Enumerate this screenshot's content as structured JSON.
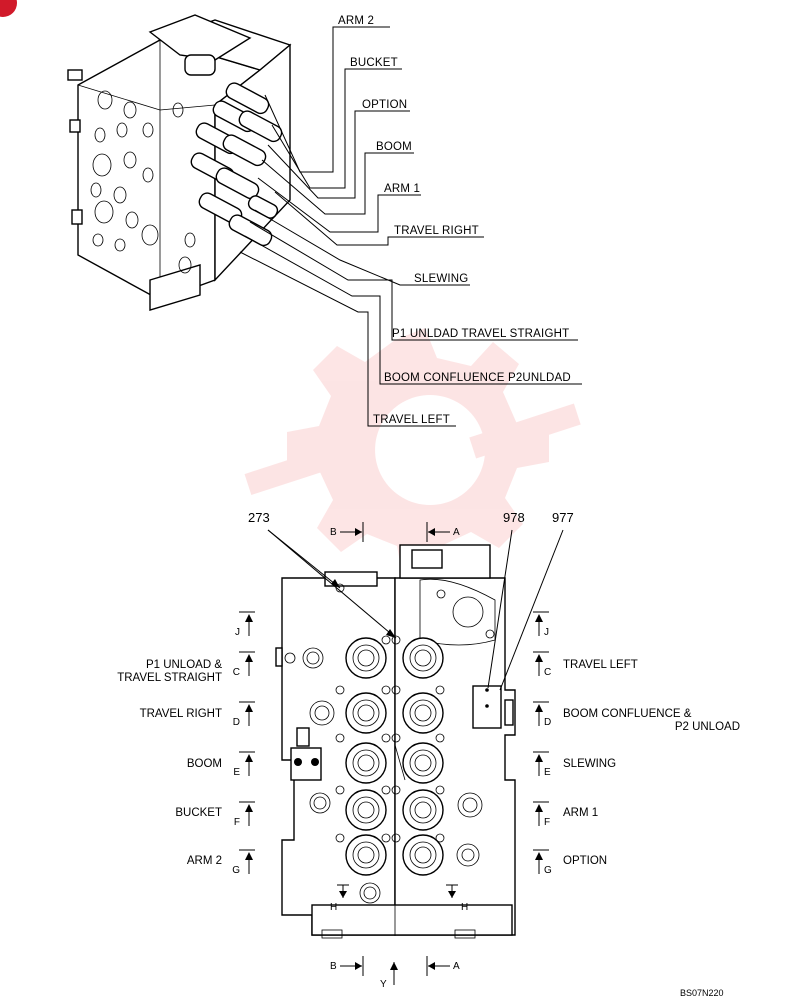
{
  "top_labels": [
    "ARM 2",
    "BUCKET",
    "OPTION",
    "BOOM",
    "ARM 1",
    "TRAVEL RIGHT",
    "SLEWING",
    "P1 UNLDAD TRAVEL STRAIGHT",
    "BOOM CONFLUENCE P2UNLDAD",
    "TRAVEL LEFT"
  ],
  "left_labels": [
    {
      "lines": [
        "P1 UNLOAD &",
        "TRAVEL STRAIGHT"
      ]
    },
    {
      "lines": [
        "TRAVEL RIGHT"
      ]
    },
    {
      "lines": [
        "BOOM"
      ]
    },
    {
      "lines": [
        "BUCKET"
      ]
    },
    {
      "lines": [
        "ARM 2"
      ]
    }
  ],
  "right_labels": [
    {
      "lines": [
        "TRAVEL LEFT"
      ]
    },
    {
      "lines": [
        "BOOM CONFLUENCE &",
        "P2 UNLOAD"
      ]
    },
    {
      "lines": [
        "SLEWING"
      ]
    },
    {
      "lines": [
        "ARM 1"
      ]
    },
    {
      "lines": [
        "OPTION"
      ]
    }
  ],
  "section_letters": [
    "J",
    "C",
    "D",
    "E",
    "F",
    "G"
  ],
  "view_markers": {
    "b": "B",
    "a": "A",
    "h": "H",
    "y": "Y"
  },
  "part_numbers": [
    "273",
    "978",
    "977"
  ],
  "drawing_ref": "BS07N220",
  "colors": {
    "watermark": "#ef4a4a",
    "corner_badge": "#d11a2a",
    "line": "#000000"
  }
}
